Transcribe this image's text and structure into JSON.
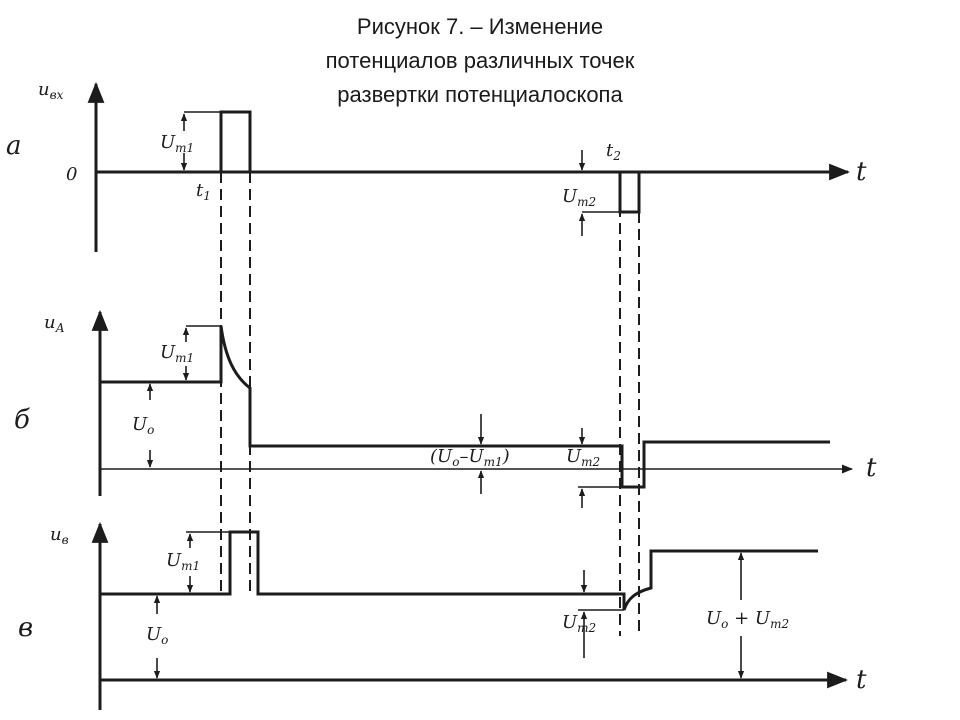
{
  "title": {
    "line1": "Рисунок 7.   – Изменение",
    "line2": "потенциалов различных точек",
    "line3": "развертки потенциалоскопа"
  },
  "panel_a": {
    "letter": "а",
    "axis_y": "u",
    "axis_y_sub": "вх",
    "axis_x": "t",
    "zero": "0",
    "t1": "t",
    "t1_sub": "1",
    "t2": "t",
    "t2_sub": "2",
    "um1": "U",
    "um1_sub": "m1",
    "um2": "U",
    "um2_sub": "m2"
  },
  "panel_b": {
    "letter": "б",
    "axis_y": "u",
    "axis_y_sub": "А",
    "axis_x": "t",
    "um1": "U",
    "um1_sub": "m1",
    "u0": "U",
    "u0_sub": "o",
    "diff": "(U",
    "diff_sub1": "o",
    "diff_mid": "–U",
    "diff_sub2": "m1",
    "diff_end": ")",
    "um2": "U",
    "um2_sub": "m2"
  },
  "panel_c": {
    "letter": "в",
    "axis_y": "u",
    "axis_y_sub": "в",
    "axis_x": "t",
    "um1": "U",
    "um1_sub": "m1",
    "u0": "U",
    "u0_sub": "o",
    "um2": "U",
    "um2_sub": "m2",
    "sum": "U",
    "sum_sub1": "o",
    "sum_mid": " + U",
    "sum_sub2": "m2"
  },
  "colors": {
    "ink": "#1c1c1c",
    "paper": "#ffffff"
  }
}
